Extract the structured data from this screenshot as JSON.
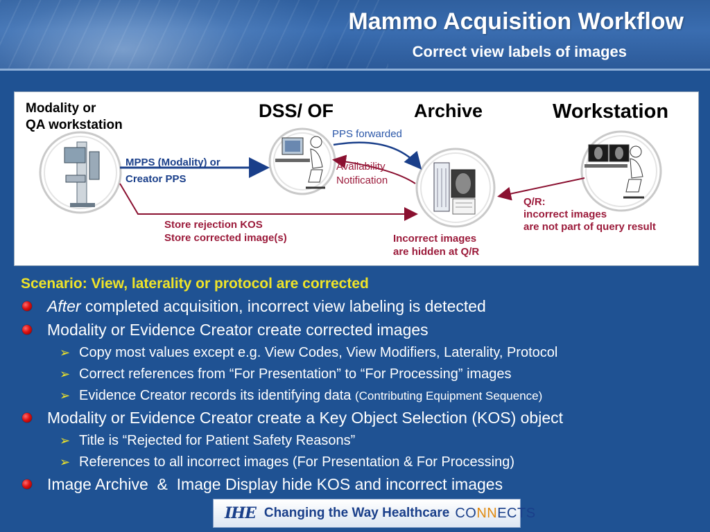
{
  "title": "Mammo Acquisition Workflow",
  "subtitle": "Correct view labels of images",
  "diagram": {
    "actors": {
      "modality": [
        "Modality or",
        "QA workstation"
      ],
      "dss": "DSS/ OF",
      "archive": "Archive",
      "workstation": "Workstation"
    },
    "messages": {
      "mpps": [
        "MPPS (Modality) or",
        "Creator PPS"
      ],
      "pps_forwarded": "PPS forwarded",
      "availability": [
        "Availability",
        "Notification"
      ],
      "store": [
        "Store rejection KOS",
        "Store corrected image(s)"
      ],
      "hidden": [
        "Incorrect images",
        "are hidden at Q/R"
      ],
      "qr": [
        "Q/R:",
        "incorrect images",
        "are not part of query result"
      ]
    }
  },
  "content": {
    "scenario": "Scenario: View, laterality or protocol are corrected",
    "b1_italic": "After",
    "b1_rest": "completed acquisition, incorrect view labeling is detected",
    "b2": "Modality or Evidence Creator create corrected images",
    "b2_sub1": "Copy most values except e.g. View Codes, View Modifiers, Laterality, Protocol",
    "b2_sub2": "Correct references from “For Presentation” to “For Processing” images",
    "b2_sub3_main": "Evidence Creator records its identifying data",
    "b2_sub3_small": "(Contributing Equipment Sequence)",
    "b3": "Modality or Evidence Creator create a Key Object Selection (KOS) object",
    "b3_sub1": "Title is “Rejected for Patient Safety Reasons”",
    "b3_sub2": "References to all incorrect images (For Presentation & For Processing)",
    "b4": "Image Archive  &  Image Display hide KOS and incorrect images"
  },
  "footer": {
    "logo": "IHE",
    "tagline": "Changing the Way Healthcare",
    "connects_a": "CO",
    "connects_nn": "NN",
    "connects_b": "ECTS"
  },
  "colors": {
    "background": "#1f5293",
    "scenario": "#f0e428",
    "message_blue": "#1a3f8a",
    "message_red": "#9b1a3a"
  }
}
